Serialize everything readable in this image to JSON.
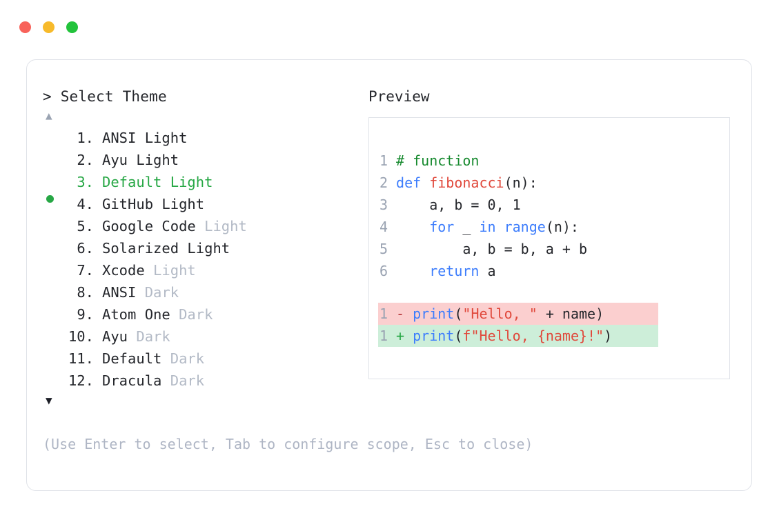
{
  "window": {
    "traffic_lights": [
      {
        "name": "close-button",
        "color": "#f8625a"
      },
      {
        "name": "minimize-button",
        "color": "#f7ba2b"
      },
      {
        "name": "maximize-button",
        "color": "#22c33b"
      }
    ]
  },
  "prompt": {
    "caret": ">",
    "title": "Select Theme",
    "scroll_up": "▲",
    "scroll_down": "▼"
  },
  "themes": {
    "selected_index": 3,
    "items": [
      {
        "index": "1.",
        "name": "ANSI",
        "variant": " Light",
        "variant_muted": false
      },
      {
        "index": "2.",
        "name": "Ayu",
        "variant": " Light",
        "variant_muted": false
      },
      {
        "index": "3.",
        "name": "Default",
        "variant": " Light",
        "variant_muted": false
      },
      {
        "index": "4.",
        "name": "GitHub",
        "variant": " Light",
        "variant_muted": false
      },
      {
        "index": "5.",
        "name": "Google Code",
        "variant": " Light",
        "variant_muted": true
      },
      {
        "index": "6.",
        "name": "Solarized",
        "variant": " Light",
        "variant_muted": false
      },
      {
        "index": "7.",
        "name": "Xcode",
        "variant": " Light",
        "variant_muted": true
      },
      {
        "index": "8.",
        "name": "ANSI",
        "variant": " Dark",
        "variant_muted": true
      },
      {
        "index": "9.",
        "name": "Atom One",
        "variant": " Dark",
        "variant_muted": true
      },
      {
        "index": "10.",
        "name": "Ayu",
        "variant": " Dark",
        "variant_muted": true
      },
      {
        "index": "11.",
        "name": "Default",
        "variant": " Dark",
        "variant_muted": true
      },
      {
        "index": "12.",
        "name": "Dracula",
        "variant": " Dark",
        "variant_muted": true
      }
    ]
  },
  "help": {
    "text": "(Use Enter to select, Tab to configure scope, Esc to close)"
  },
  "preview": {
    "title": "Preview",
    "code_lines": [
      {
        "number": "1",
        "tokens": [
          {
            "text": "# function",
            "kind": "comment"
          }
        ]
      },
      {
        "number": "2",
        "tokens": [
          {
            "text": "def ",
            "kind": "kw"
          },
          {
            "text": "fibonacci",
            "kind": "fn"
          },
          {
            "text": "(n):",
            "kind": "punct"
          }
        ]
      },
      {
        "number": "3",
        "tokens": [
          {
            "text": "    a, b = 0, 1",
            "kind": "plain"
          }
        ]
      },
      {
        "number": "4",
        "tokens": [
          {
            "text": "    ",
            "kind": "plain"
          },
          {
            "text": "for",
            "kind": "kw"
          },
          {
            "text": " _ ",
            "kind": "plain"
          },
          {
            "text": "in ",
            "kind": "kw"
          },
          {
            "text": "range",
            "kind": "kw"
          },
          {
            "text": "(n):",
            "kind": "punct"
          }
        ]
      },
      {
        "number": "5",
        "tokens": [
          {
            "text": "        a, b = b, a + b",
            "kind": "plain"
          }
        ]
      },
      {
        "number": "6",
        "tokens": [
          {
            "text": "    ",
            "kind": "plain"
          },
          {
            "text": "return",
            "kind": "kw"
          },
          {
            "text": " a",
            "kind": "plain"
          }
        ]
      }
    ],
    "diff_lines": [
      {
        "number": "1",
        "marker": "-",
        "type": "del",
        "tokens": [
          {
            "text": "print",
            "kind": "kw"
          },
          {
            "text": "(",
            "kind": "punct"
          },
          {
            "text": "\"Hello, \"",
            "kind": "str"
          },
          {
            "text": " + name)",
            "kind": "plain"
          }
        ]
      },
      {
        "number": "1",
        "marker": "+",
        "type": "add",
        "tokens": [
          {
            "text": "print",
            "kind": "kw"
          },
          {
            "text": "(",
            "kind": "punct"
          },
          {
            "text": "f\"Hello, {name}!\"",
            "kind": "str"
          },
          {
            "text": ")",
            "kind": "punct"
          }
        ]
      }
    ]
  },
  "colors": {
    "accent_green": "#27a745",
    "muted_text": "#b3bac6",
    "border": "#dfe2e8",
    "diff_del_bg": "#fbcfcf",
    "diff_add_bg": "#cdeed9"
  }
}
